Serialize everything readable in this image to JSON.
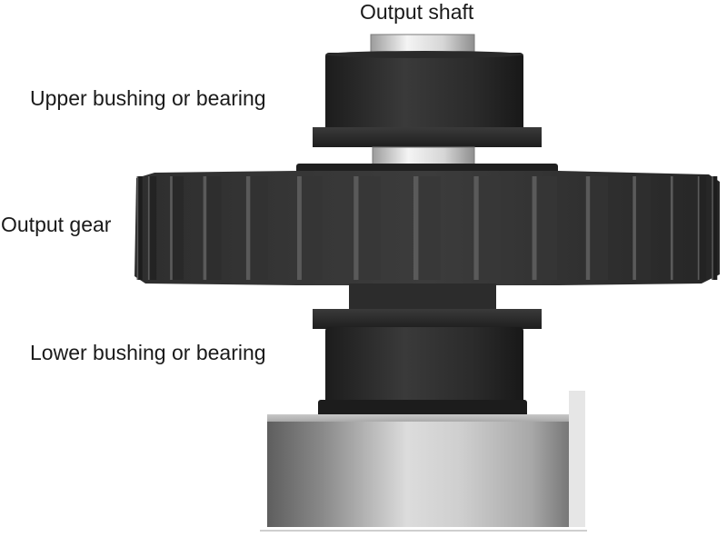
{
  "labels": {
    "output_shaft": "Output shaft",
    "upper_bushing": "Upper bushing or bearing",
    "output_gear": "Output gear",
    "lower_bushing": "Lower bushing or bearing"
  },
  "parts": {
    "gear_teeth_visible": 15
  },
  "colors": {
    "dark_metal": "#2a2a2a",
    "shaft_silver": "#d8d8d8",
    "housing_gray": "#9a9a9a",
    "text": "#1a1a1a"
  }
}
